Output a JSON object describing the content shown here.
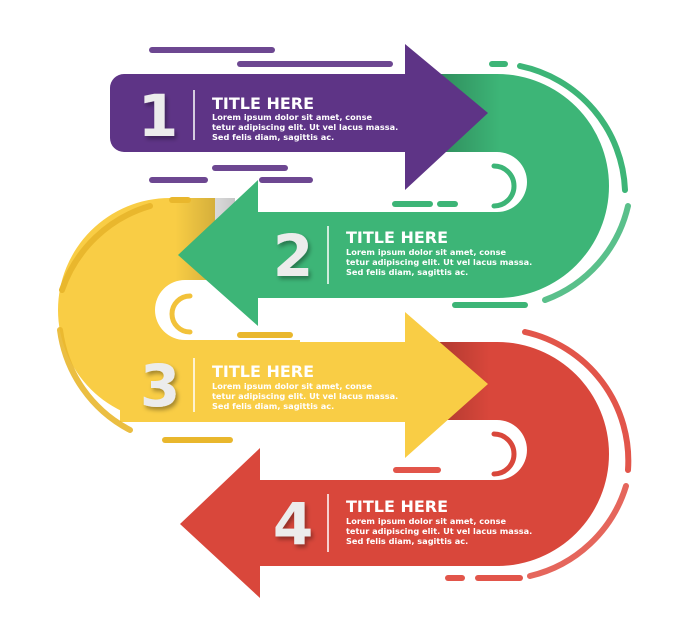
{
  "colors": {
    "purple": "#5e3486",
    "green": "#3db577",
    "yellow": "#f9cd45",
    "red": "#d9473b"
  },
  "steps": [
    {
      "number": "1",
      "title": "TITLE HERE",
      "lines": [
        "Lorem ipsum dolor sit amet, conse",
        "tetur adipiscing elit. Ut vel lacus massa.",
        "Sed felis diam, sagittis ac."
      ],
      "color": "#5e3486",
      "direction": "right"
    },
    {
      "number": "2",
      "title": "TITLE HERE",
      "lines": [
        "Lorem ipsum dolor sit amet, conse",
        "tetur adipiscing elit. Ut vel lacus massa.",
        "Sed felis diam, sagittis ac."
      ],
      "color": "#3db577",
      "direction": "left"
    },
    {
      "number": "3",
      "title": "TITLE HERE",
      "lines": [
        "Lorem ipsum dolor sit amet, conse",
        "tetur adipiscing elit. Ut vel lacus massa.",
        "Sed felis diam, sagittis ac."
      ],
      "color": "#f9cd45",
      "direction": "right"
    },
    {
      "number": "4",
      "title": "TITLE HERE",
      "lines": [
        "Lorem ipsum dolor sit amet, conse",
        "tetur adipiscing elit. Ut vel lacus massa.",
        "Sed felis diam, sagittis ac."
      ],
      "color": "#d9473b",
      "direction": "left"
    }
  ]
}
